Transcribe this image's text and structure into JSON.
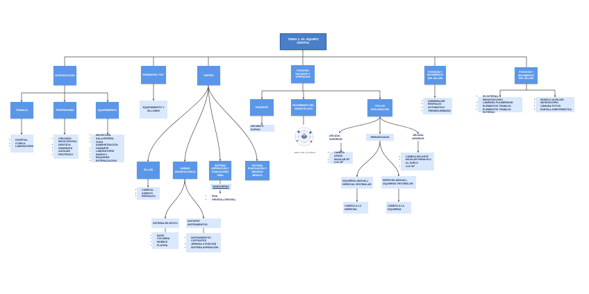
{
  "title": "TEMA 1. EL EQUIPO DENTAL",
  "branches": {
    "introduccion": {
      "label": "INTRODUCCIÓN",
      "trabajo": {
        "label": "TRABAJO",
        "items": [
          "HOSPITAL",
          "CLÍNICA",
          "LABORATORIO"
        ]
      },
      "profesiones": {
        "label": "PROFESIONES",
        "items": [
          "CIRUJANO MAXILOFACIAL",
          "DENTISTA",
          "HIGIENISTA",
          "AUXILIAR",
          "PROTÉSICO"
        ]
      },
      "equipamiento": {
        "label": "EQUIPAMIENTO",
        "items": [
          "RECEPCIÓN",
          "SALA ESPERA",
          "ZONA ADMINISTRACIÓN",
          "GABINETE",
          "LABORATORIO",
          "BAÑOS X",
          "MAQUINAS",
          "ESTERILIZACIÓN"
        ]
      }
    },
    "normativa": {
      "label": "NORMATIVA \"DO\"",
      "child": "EQUIPAMIENTO Y SILLONES"
    },
    "partes": {
      "label": "PARTES",
      "sillon": {
        "label": "SILLÓN",
        "items": [
          "CABEZAL",
          "ASIENTO",
          "RESPALDO"
        ]
      },
      "unidad": {
        "label": "UNIDAD ODONTOLÓGICA"
      },
      "apoyo": {
        "label": "SISTEMA DE APOYO",
        "items": [
          "BASE",
          "COLUMNA",
          "MUEBLE",
          "PLATINA"
        ]
      },
      "soporte": {
        "label": "SOPORTE INSTRUMENTOS",
        "items": [
          "INSTRUMENTOS CORTANTES",
          "JERINGA 3 FUNCIÓN",
          "SISTEMA ASPIRACIÓN"
        ]
      },
      "aspiracion": {
        "label": "SISTEMA ASPIRACIÓN Y EVACUACIÓN TIBIA",
        "sub": "MANGUERAS",
        "items": [
          "FINA",
          "GRUESA (CIRUGÍA)"
        ]
      },
      "evacuacion": {
        "label": "SISTEMA EVACUACIÓN Y ARCHIVO MÉDICO"
      }
    },
    "posicion": {
      "label": "POSICIÓN PACIENTE Y OPERADOR",
      "paciente": {
        "label": "PACIENTE",
        "child": "DECÚBITO SUPINO"
      },
      "movimiento": {
        "label": "MOVIMIENTO DEL ODONTÓLOGO",
        "caption": "RELOJ DE 12 HORAS"
      },
      "tipos": {
        "label": "TIPO DE EXPLORACIÓN",
        "arcada_superior": {
          "label": "ARCADA SUPERIOR",
          "items": [
            "CABEZA ATRÁS",
            "MAXILAR 90º",
            "LUZ 45º"
          ]
        },
        "hemiarcadas": {
          "label": "HEMIARCADAS",
          "izquierda": {
            "label": "IZQUIERDA (INGUAL) DERECHA VESTIBULAR",
            "child": "CABEZA A LA DERECHA"
          },
          "derecha": {
            "label": "DERECHA (INGUAL) IZQUIERDA VESTIBULAR",
            "child": "CABEZA A LA IZQUIERDA"
          }
        },
        "arcada_inferior": {
          "label": "ARCADA INFERIOR",
          "items": [
            "CABEZA DELANTE",
            "MAXILAR PARALELO AL SUELO",
            "LUZ 90º"
          ]
        }
      }
    },
    "movimiento_sillon": {
      "label": "POSICIÓN Y MOVIMIENTO DEL SILLÓN",
      "items": [
        "SUBIR/BAJAR",
        "RESPALDO",
        "AUTOMÁTICO",
        "TRENDELEMBURG"
      ]
    },
    "posicion_sillon": {
      "label": "POSICIÓN Y MOVIMIENTO DEL SILLÓN",
      "left_items": [
        "EN INTERNA, Y NEGATOSCOPIO",
        "LÁMPARA POLIMERIZAR",
        "ELEMENTOS TRABAJO",
        "ELEMENTOS TRABAJO EXTERNO"
      ],
      "right_items": [
        "MODELO AUXILIAR",
        "MICROSCOPIO",
        "CÁMARA FOTOS",
        "PANTALLA/INFORMÁTICA"
      ]
    }
  },
  "colors": {
    "root": "#4a7fc8",
    "main": "#5b97e8",
    "leaf": "#d9e8fb",
    "line": "#444444"
  },
  "icons": {
    "clock_figure": "dental-clock-diagram"
  }
}
